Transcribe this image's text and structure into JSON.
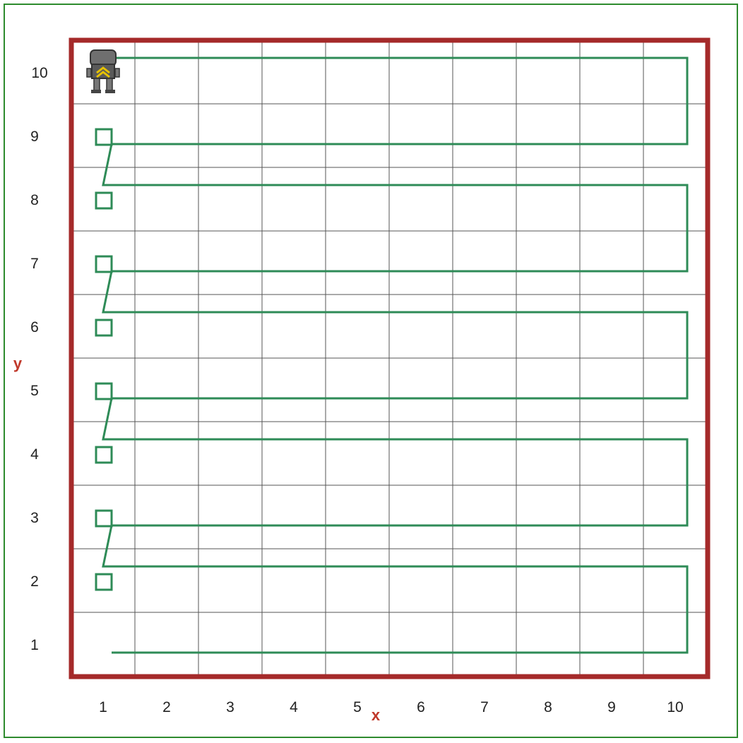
{
  "world": {
    "columns": 10,
    "rows": 10,
    "x_axis_name": "x",
    "y_axis_name": "y",
    "x_labels": [
      "1",
      "2",
      "3",
      "4",
      "5",
      "6",
      "7",
      "8",
      "9",
      "10"
    ],
    "y_labels": [
      "1",
      "2",
      "3",
      "4",
      "5",
      "6",
      "7",
      "8",
      "9",
      "10"
    ]
  },
  "robot": {
    "x": 1,
    "y": 10,
    "facing": "north",
    "icon": "robot-icon"
  },
  "trail": {
    "start": [
      1,
      1
    ],
    "rows_left_to_right": [
      1,
      3,
      5,
      7,
      9
    ],
    "rows_right_to_left": [
      2,
      4,
      6,
      8,
      10
    ],
    "turnaround_loops_at_column_1": [
      2,
      3,
      4,
      5,
      6,
      7,
      8,
      9
    ],
    "end": [
      1,
      10
    ]
  },
  "colors": {
    "frame_border": "#2e8b2e",
    "wall": "#a52a2a",
    "grid_line": "#555555",
    "trail": "#2e8b57",
    "axis_name": "#c0392b",
    "robot_body": "#6f6f6f",
    "robot_chevron": "#e6c200"
  }
}
